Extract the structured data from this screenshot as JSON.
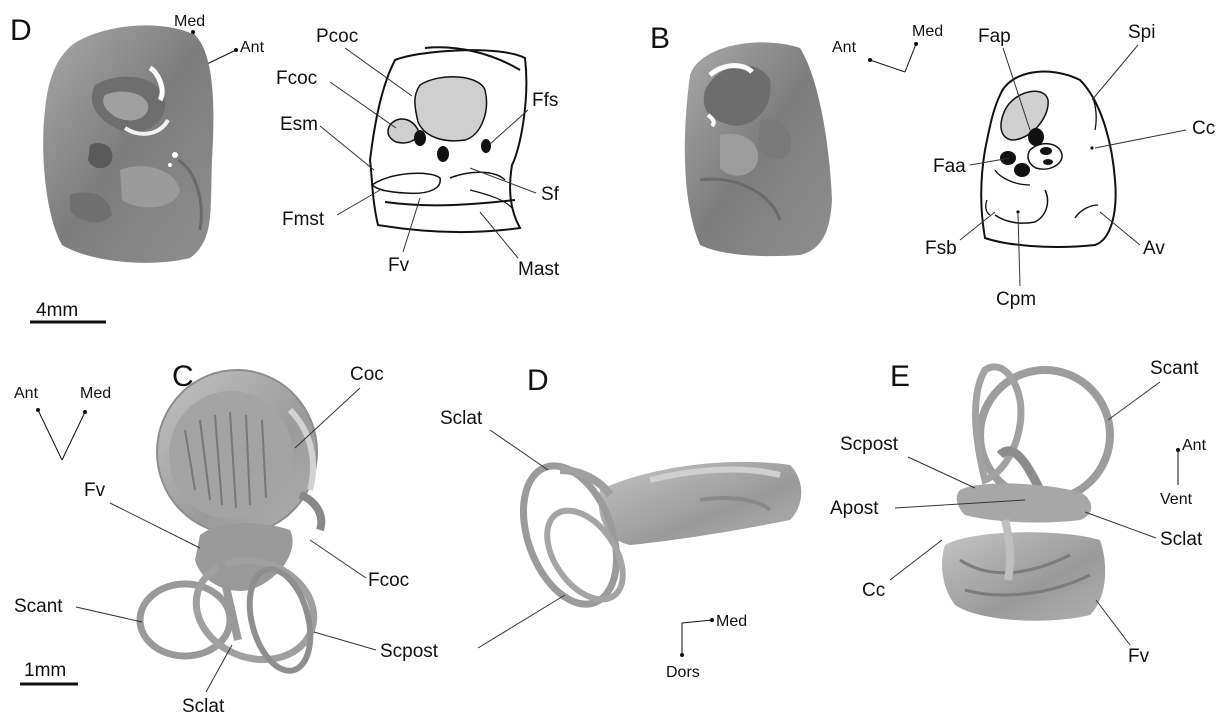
{
  "panels": [
    {
      "letter": "D"
    },
    {
      "letter": "B"
    },
    {
      "letter": "C"
    },
    {
      "letter": "D"
    },
    {
      "letter": "E"
    }
  ],
  "labels": {
    "p1": {
      "pcoc": "Pcoc",
      "fcoc": "Fcoc",
      "esm": "Esm",
      "fmst": "Fmst",
      "fv": "Fv",
      "ffs": "Ffs",
      "sf": "Sf",
      "mast": "Mast"
    },
    "p2": {
      "fap": "Fap",
      "spi": "Spi",
      "cc": "Cc",
      "faa": "Faa",
      "fsb": "Fsb",
      "cpm": "Cpm",
      "av": "Av"
    },
    "p3": {
      "coc": "Coc",
      "fv": "Fv",
      "fcoc": "Fcoc",
      "scant": "Scant",
      "scpost": "Scpost",
      "sclat": "Sclat"
    },
    "p4": {
      "sclat": "Sclat"
    },
    "p5": {
      "scant": "Scant",
      "scpost": "Scpost",
      "apost": "Apost",
      "sclat": "Sclat",
      "cc": "Cc",
      "fv": "Fv"
    }
  },
  "orientation": {
    "p1": {
      "a": "Med",
      "b": "Ant"
    },
    "p2": {
      "a": "Ant",
      "b": "Med"
    },
    "p3": {
      "a": "Ant",
      "b": "Med"
    },
    "p4": {
      "a": "Med",
      "b": "Dors"
    },
    "p5": {
      "a": "Ant",
      "b": "Vent"
    }
  },
  "scalebars": {
    "top": "4mm",
    "bottom": "1mm"
  },
  "colors": {
    "specimen": "#8a8a8a",
    "specimen_dark": "#5c5c5c",
    "specimen_light": "#b9b9b9",
    "inner_ear": "#a7a7a7",
    "fill_gray": "#cfcfcf",
    "ink": "#111111"
  }
}
